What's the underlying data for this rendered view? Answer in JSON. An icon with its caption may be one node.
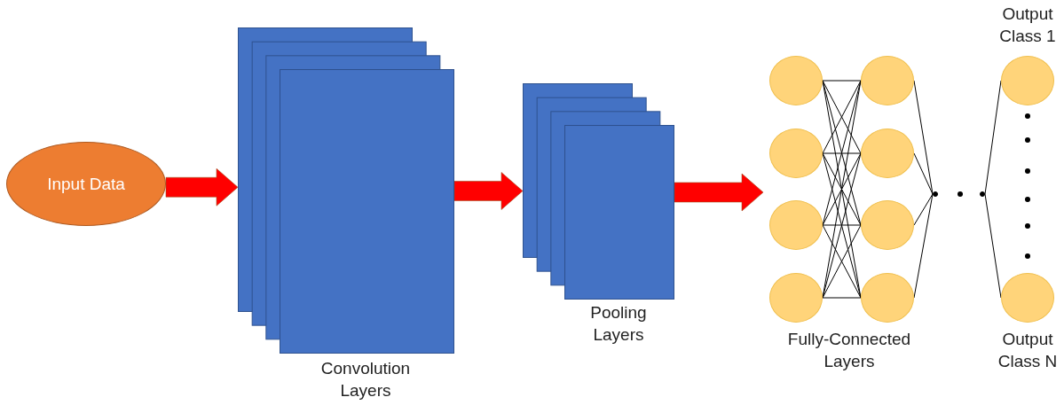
{
  "diagram": {
    "nodes": [
      {
        "text": [
          "Input Data"
        ]
      },
      {
        "text": [],
        "shape": "stack",
        "beside": [
          "Convolution Layers"
        ]
      },
      {
        "text": [],
        "shape": "stack",
        "beside": [
          "Pooling Layers"
        ]
      },
      {
        "text": [],
        "shape": "circle"
      },
      {
        "text": [],
        "shape": "circle"
      },
      {
        "text": [],
        "shape": "circle"
      },
      {
        "text": [],
        "shape": "circle"
      },
      {
        "text": [],
        "shape": "circle"
      },
      {
        "text": [],
        "shape": "circle"
      },
      {
        "text": [],
        "shape": "circle"
      },
      {
        "text": [],
        "shape": "circle"
      },
      {
        "text": [],
        "shape": "dot"
      },
      {
        "text": [],
        "shape": "dot"
      },
      {
        "text": [],
        "shape": "circle",
        "beside": [
          "Output Class 1"
        ]
      },
      {
        "text": [],
        "shape": "circle",
        "beside": [
          "Output Class N"
        ]
      }
    ],
    "edges": [
      {
        "from": 0,
        "to": 1,
        "arrow": "to",
        "style": "thick",
        "color": "#ff0000"
      },
      {
        "from": 1,
        "to": 2,
        "arrow": "to",
        "style": "thick",
        "color": "#ff0000"
      },
      {
        "from": 2,
        "to": null,
        "arrow": "to",
        "style": "thick",
        "color": "#ff0000"
      },
      {
        "from": 3,
        "to": 7,
        "arrow": "none"
      },
      {
        "from": 3,
        "to": 8,
        "arrow": "none"
      },
      {
        "from": 3,
        "to": 9,
        "arrow": "none"
      },
      {
        "from": 3,
        "to": 10,
        "arrow": "none"
      },
      {
        "from": 4,
        "to": 7,
        "arrow": "none"
      },
      {
        "from": 4,
        "to": 8,
        "arrow": "none"
      },
      {
        "from": 4,
        "to": 9,
        "arrow": "none"
      },
      {
        "from": 4,
        "to": 10,
        "arrow": "none"
      },
      {
        "from": 5,
        "to": 7,
        "arrow": "none"
      },
      {
        "from": 5,
        "to": 8,
        "arrow": "none"
      },
      {
        "from": 5,
        "to": 9,
        "arrow": "none"
      },
      {
        "from": 5,
        "to": 10,
        "arrow": "none"
      },
      {
        "from": 6,
        "to": 7,
        "arrow": "none"
      },
      {
        "from": 6,
        "to": 8,
        "arrow": "none"
      },
      {
        "from": 6,
        "to": 9,
        "arrow": "none"
      },
      {
        "from": 6,
        "to": 10,
        "arrow": "none"
      },
      {
        "from": 7,
        "to": 11,
        "arrow": "none"
      },
      {
        "from": 8,
        "to": 11,
        "arrow": "none"
      },
      {
        "from": 9,
        "to": 11,
        "arrow": "none"
      },
      {
        "from": 10,
        "to": 11,
        "arrow": "none"
      },
      {
        "from": 12,
        "to": 13,
        "arrow": "none"
      },
      {
        "from": 12,
        "to": 14,
        "arrow": "none"
      }
    ],
    "labels": [
      "Fully-Connected Layers"
    ]
  }
}
